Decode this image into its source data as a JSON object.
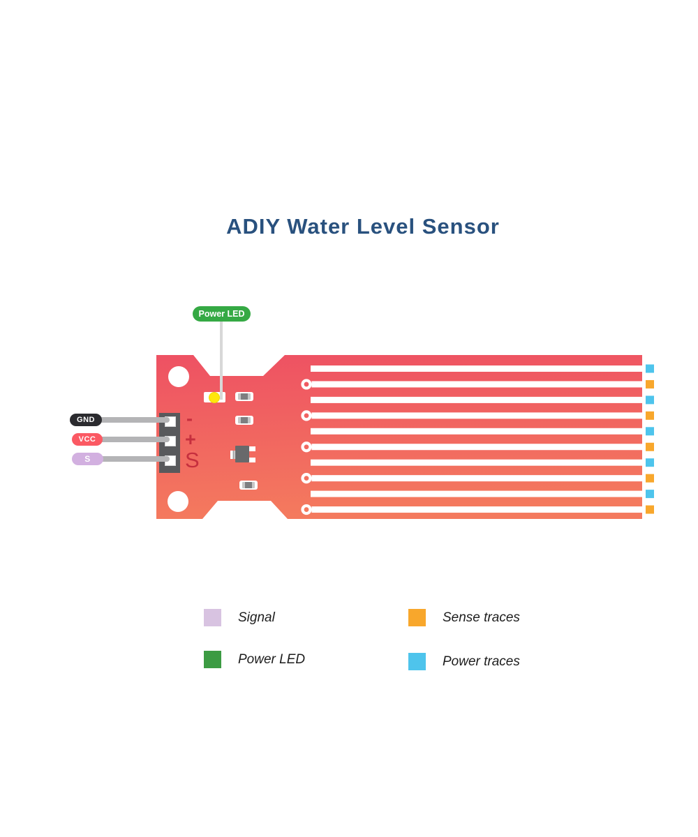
{
  "title": {
    "text": "ADIY Water Level Sensor"
  },
  "callout": {
    "label": "Power LED"
  },
  "connector": {
    "pins": [
      {
        "name": "ground",
        "label": "GND",
        "pill_color": "#2b2b2f"
      },
      {
        "name": "power",
        "label": "VCC",
        "pill_color": "#fb5963"
      },
      {
        "name": "signal",
        "label": "S",
        "pill_color": "#d2b0e0"
      }
    ]
  },
  "board": {
    "silkscreen": [
      "-",
      "+",
      "S"
    ],
    "trace_rows": [
      {
        "type": "power"
      },
      {
        "type": "sense"
      },
      {
        "type": "power"
      },
      {
        "type": "sense"
      },
      {
        "type": "power"
      },
      {
        "type": "sense"
      },
      {
        "type": "power"
      },
      {
        "type": "sense"
      },
      {
        "type": "power"
      },
      {
        "type": "sense"
      }
    ]
  },
  "legend": {
    "items": [
      {
        "label": "Signal",
        "color": "#d8c3e1"
      },
      {
        "label": "Power LED",
        "color": "#3c9b43"
      },
      {
        "label": "Sense traces",
        "color": "#f8a72c"
      },
      {
        "label": "Power traces",
        "color": "#4ec4ec"
      }
    ]
  },
  "colors": {
    "title": "#29517e",
    "board_top": "#ee5163",
    "board_bottom": "#f47a5e",
    "power_led_label": "#35a944",
    "led_yellow": "#ffe70c",
    "silkscreen": "#c62f3e",
    "connector_body": "#58595c",
    "lead_gray": "#b4b4b6",
    "power_trace": "#4ec4ec",
    "sense_trace": "#f8a72c",
    "trace_white": "#ffffff"
  }
}
